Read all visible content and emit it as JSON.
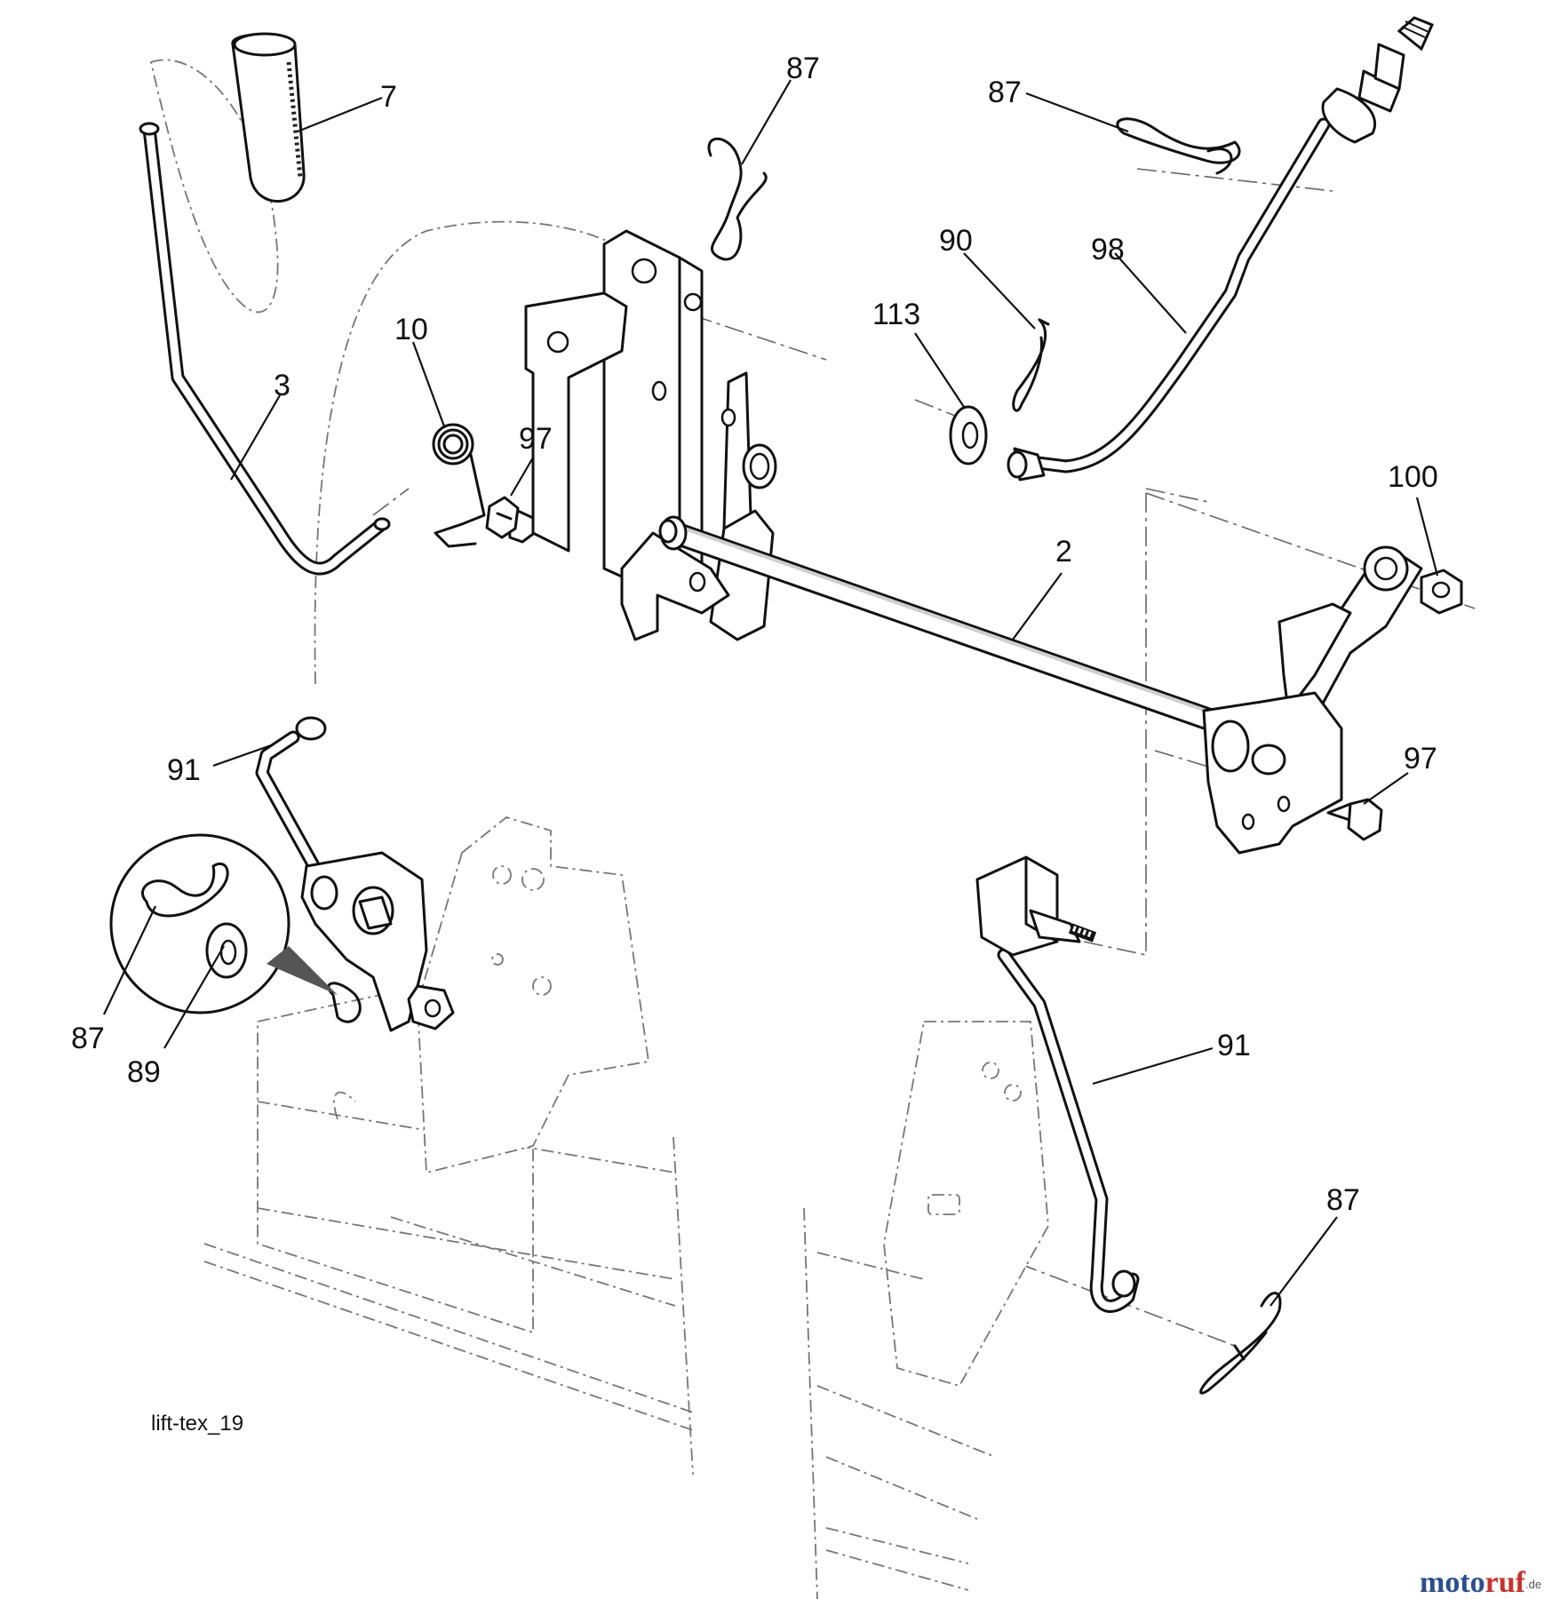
{
  "diagram": {
    "caption": "lift-tex_19",
    "watermark": {
      "brand": "moto",
      "brand_accent": "ruf",
      "suffix": ".de"
    },
    "callouts": [
      {
        "id": "c-7",
        "label": "7"
      },
      {
        "id": "c-87-top",
        "label": "87"
      },
      {
        "id": "c-87-upper-right",
        "label": "87"
      },
      {
        "id": "c-90",
        "label": "90"
      },
      {
        "id": "c-98",
        "label": "98"
      },
      {
        "id": "c-113",
        "label": "113"
      },
      {
        "id": "c-10",
        "label": "10"
      },
      {
        "id": "c-3",
        "label": "3"
      },
      {
        "id": "c-97-top",
        "label": "97"
      },
      {
        "id": "c-100",
        "label": "100"
      },
      {
        "id": "c-2",
        "label": "2"
      },
      {
        "id": "c-91-left",
        "label": "91"
      },
      {
        "id": "c-97-right",
        "label": "97"
      },
      {
        "id": "c-87-detail",
        "label": "87"
      },
      {
        "id": "c-89",
        "label": "89"
      },
      {
        "id": "c-91-right",
        "label": "91"
      },
      {
        "id": "c-87-bottom",
        "label": "87"
      }
    ]
  },
  "colors": {
    "ink": "#111111",
    "watermark_blue": "#2a4f8f",
    "watermark_red": "#c8322c"
  }
}
